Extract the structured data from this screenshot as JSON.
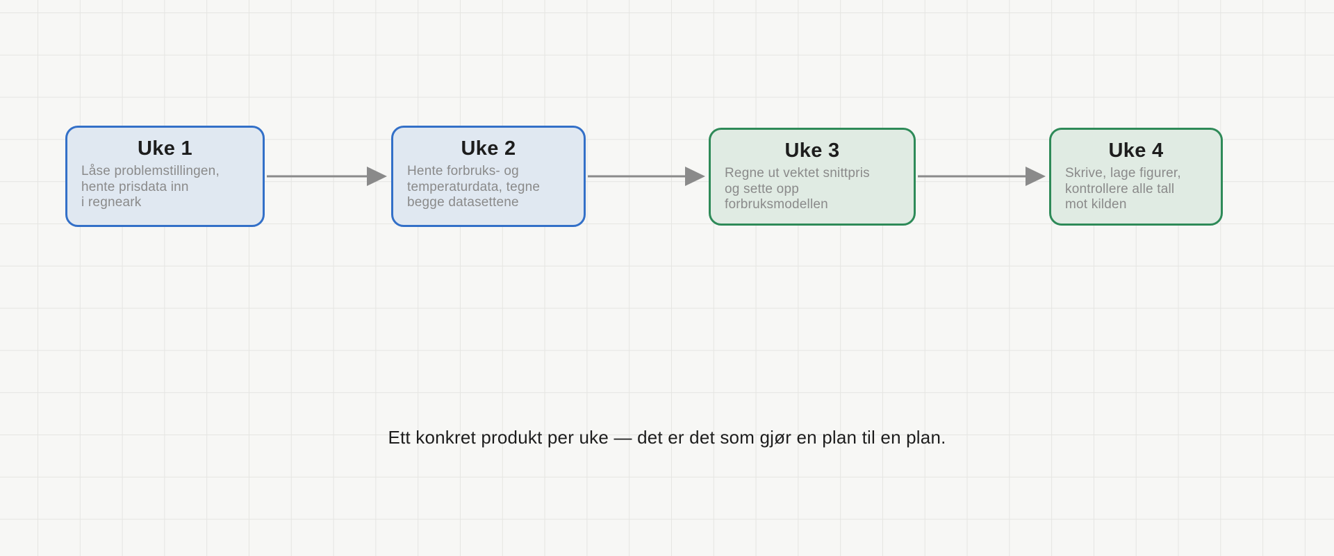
{
  "diagram": {
    "nodes": [
      {
        "title": "Uke 1",
        "description": "Låse problemstillingen,\nhente prisdata inn\ni regneark",
        "color": "#3370c8"
      },
      {
        "title": "Uke 2",
        "description": "Hente forbruks- og\ntemperaturdata, tegne\nbegge datasettene",
        "color": "#3370c8"
      },
      {
        "title": "Uke 3",
        "description": "Regne ut vektet snittpris\nog sette opp\nforbruksmodellen",
        "color": "#2e8a58"
      },
      {
        "title": "Uke 4",
        "description": "Skrive, lage figurer,\nkontrollere alle tall\nmot kilden",
        "color": "#2e8a58"
      }
    ],
    "arrow_color": "#8a8a8a"
  },
  "caption": "Ett konkret produkt per uke — det er det som gjør en plan til en plan."
}
